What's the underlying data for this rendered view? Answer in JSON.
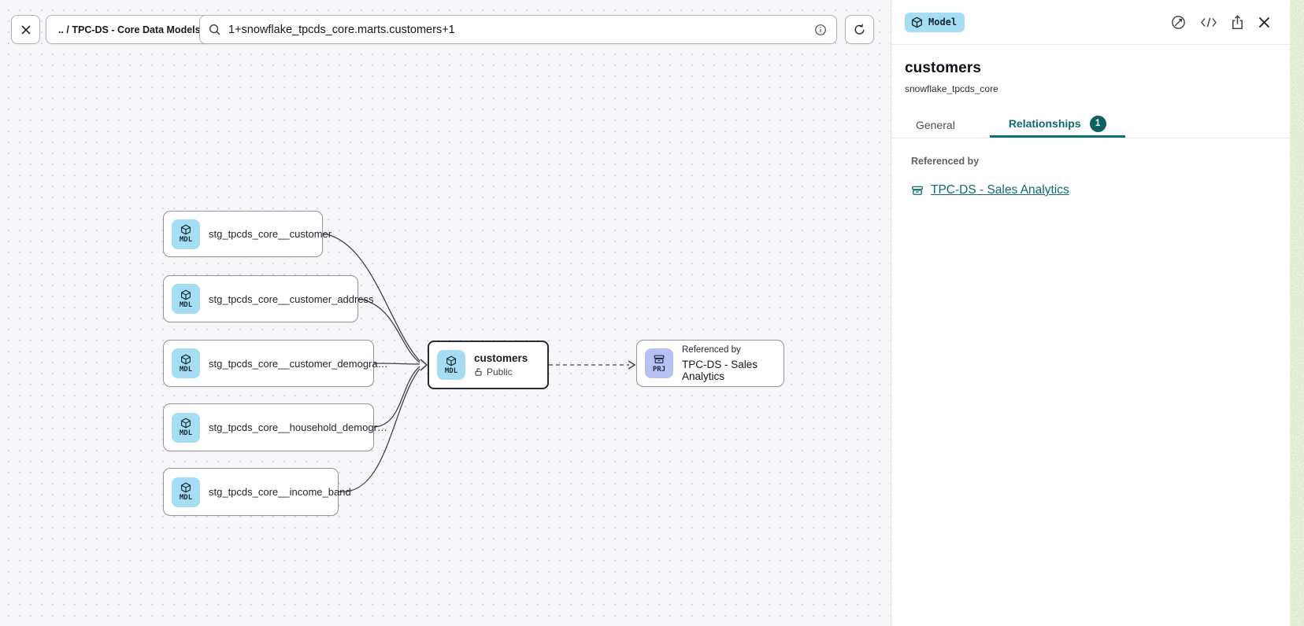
{
  "toolbar": {
    "breadcrumb": ".. / TPC-DS - Core Data Models",
    "search": {
      "value": "1+snowflake_tpcds_core.marts.customers+1"
    }
  },
  "panel": {
    "type_badge_label": "Model",
    "title": "customers",
    "subtitle": "snowflake_tpcds_core",
    "tabs": {
      "general": "General",
      "relationships": "Relationships",
      "relationships_badge": "1"
    },
    "referenced_by_label": "Referenced by",
    "referenced_by_link": "TPC-DS - Sales Analytics"
  },
  "canvas": {
    "source_nodes": [
      {
        "badge": "MDL",
        "label": "stg_tpcds_core__customer"
      },
      {
        "badge": "MDL",
        "label": "stg_tpcds_core__customer_address"
      },
      {
        "badge": "MDL",
        "label": "stg_tpcds_core__customer_demogra…"
      },
      {
        "badge": "MDL",
        "label": "stg_tpcds_core__household_demogr…"
      },
      {
        "badge": "MDL",
        "label": "stg_tpcds_core__income_band"
      }
    ],
    "selected_node": {
      "badge": "MDL",
      "title": "customers",
      "visibility": "Public"
    },
    "project_node": {
      "badge": "PRJ",
      "label": "Referenced by",
      "sublabel": "TPC-DS - Sales Analytics"
    }
  },
  "colors": {
    "accent_teal": "#0e6e72",
    "model_badge_bg": "#a5ddf4",
    "project_badge_bg": "#b7c1f4"
  }
}
